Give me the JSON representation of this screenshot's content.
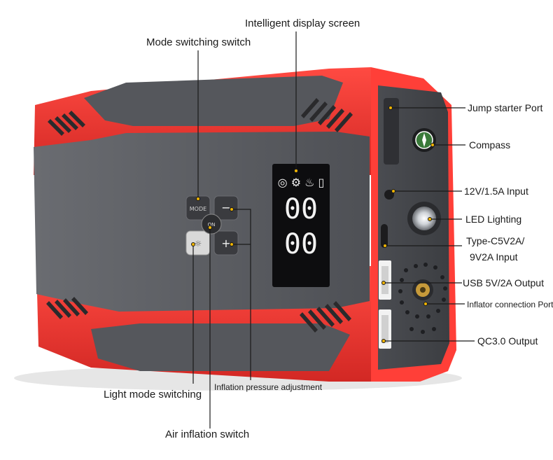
{
  "callouts": {
    "display_screen": "Intelligent display screen",
    "mode_switch": "Mode switching switch",
    "jump_starter_port": "Jump starter Port",
    "compass": "Compass",
    "input_12v": "12V/1.5A Input",
    "led_lighting": "LED Lighting",
    "type_c_line1": "Type-C5V2A/",
    "type_c_line2": "9V2A Input",
    "usb_output": "USB 5V/2A Output",
    "inflator_port": "Inflator connection Port",
    "qc_output": "QC3.0 Output",
    "light_mode": "Light mode switching",
    "inflation_pressure": "Inflation pressure adjustment",
    "air_inflation": "Air inflation switch"
  },
  "device": {
    "display_digits_top": "00",
    "display_digits_bottom": "00",
    "button_mode_text": "MODE",
    "button_center_text": "ON",
    "button_minus": "−",
    "button_plus": "+"
  },
  "colors": {
    "shell_red": "#e8322e",
    "body_gray": "#5b5d62",
    "dark_gray": "#3a3c40",
    "screen_black": "#0d0d0f",
    "digit_white": "#f2f2f2"
  }
}
